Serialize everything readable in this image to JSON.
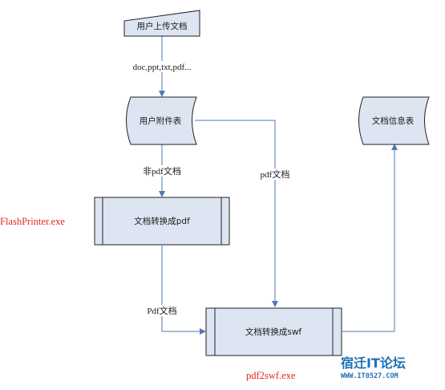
{
  "nodes": {
    "upload": "用户上传文档",
    "attachment_table": "用户附件表",
    "info_table": "文档信息表",
    "convert_pdf": "文档转换成pdf",
    "convert_swf": "文档转换成swf"
  },
  "edge_labels": {
    "upload_types": "doc,ppt,txt,pdf...",
    "non_pdf": "非pdf文档",
    "pdf": "pdf文档",
    "pdf_out": "Pdf文档"
  },
  "tools": {
    "flashprinter": "FlashPrinter.exe",
    "pdf2swf": "pdf2swf.exe"
  },
  "watermark": {
    "title": "宿迁IT论坛",
    "url": "WWW.IT0527.COM"
  },
  "colors": {
    "node_fill": "#dde4f2",
    "node_stroke": "#222222",
    "edge": "#4f79b6",
    "tool_text": "#e8231f"
  }
}
